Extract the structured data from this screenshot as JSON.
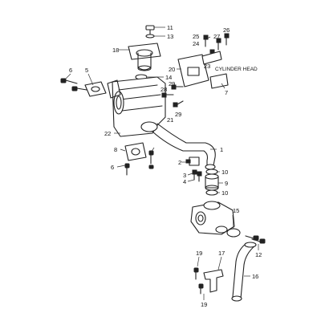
{
  "callouts": {
    "c1": "1",
    "c2": "2",
    "c3": "3",
    "c4": "4",
    "c5": "5",
    "c6a": "6",
    "c6b": "6",
    "c7": "7",
    "c8": "8",
    "c9": "9",
    "c10a": "10",
    "c10b": "10",
    "c11": "11",
    "c12": "12",
    "c13": "13",
    "c14": "14",
    "c15": "15",
    "c16": "16",
    "c17": "17",
    "c18": "18",
    "c19a": "19",
    "c19b": "19",
    "c20": "20",
    "c21": "21",
    "c22": "22",
    "c23": "23",
    "c24": "24",
    "c25": "25",
    "c26": "26",
    "c27": "27",
    "c28": "28",
    "c29a": "29",
    "c29b": "29"
  },
  "notes": {
    "cylinder_head": "CYLINDER HEAD"
  }
}
